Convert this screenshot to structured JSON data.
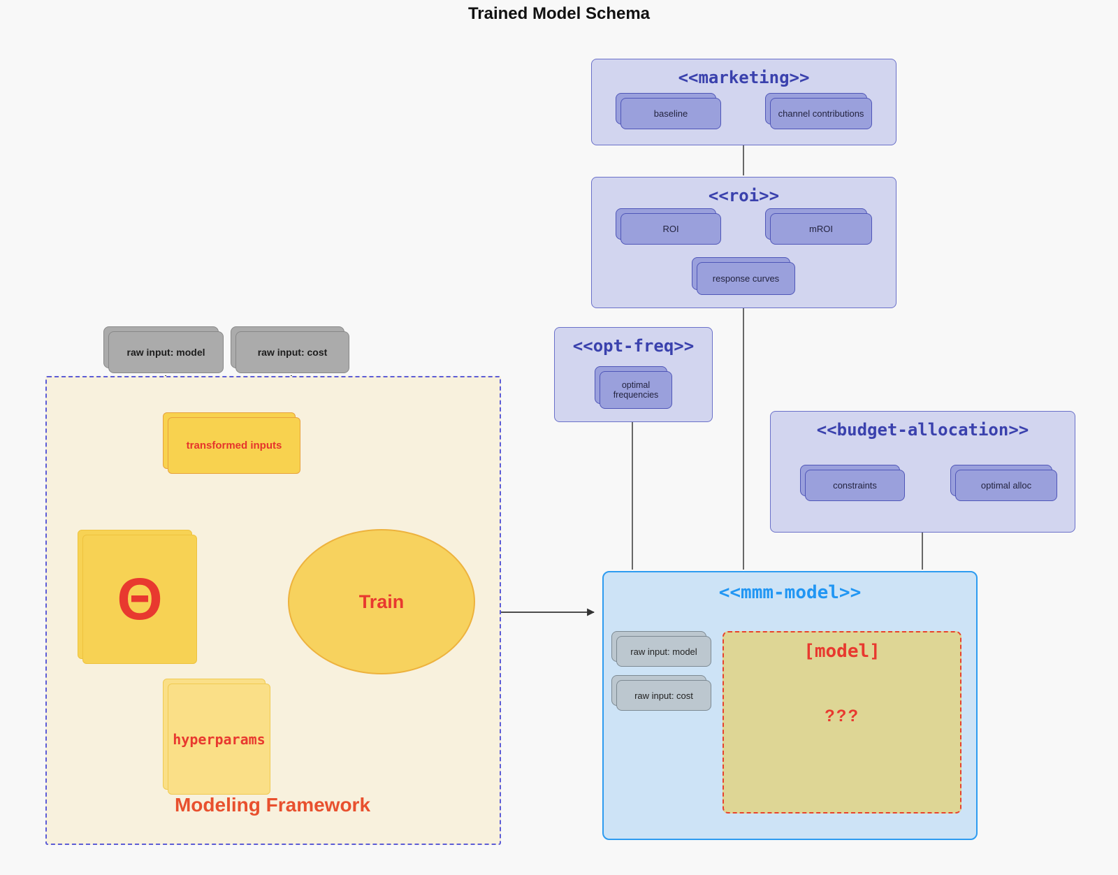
{
  "title": "Trained Model Schema",
  "marketing": {
    "title": "<<marketing>>",
    "baseline": "baseline",
    "channel": "channel contributions"
  },
  "roi": {
    "title": "<<roi>>",
    "roi": "ROI",
    "mroi": "mROI",
    "response": "response curves"
  },
  "opt_freq": {
    "title": "<<opt-freq>>",
    "optimal": "optimal frequencies"
  },
  "budget": {
    "title": "<<budget-allocation>>",
    "constraints": "constraints",
    "alloc": "optimal alloc"
  },
  "mmm": {
    "title": "<<mmm-model>>",
    "raw_model": "raw input: model",
    "raw_cost": "raw input: cost",
    "model": "[model]",
    "unknown": "???"
  },
  "framework": {
    "label": "Modeling Framework",
    "transformed": "transformed inputs",
    "theta": "Θ",
    "train": "Train",
    "hyper": "hyperparams"
  },
  "inputs": {
    "model": "raw input: model",
    "cost": "raw input: cost"
  },
  "colors": {
    "red_accent": "#e8392f",
    "purple_title": "#3a41ad",
    "blue_title": "#2196f3",
    "group_fill": "#d2d5ef",
    "mmm_fill": "#cde3f6",
    "framework_fill": "#f8f1dd"
  }
}
